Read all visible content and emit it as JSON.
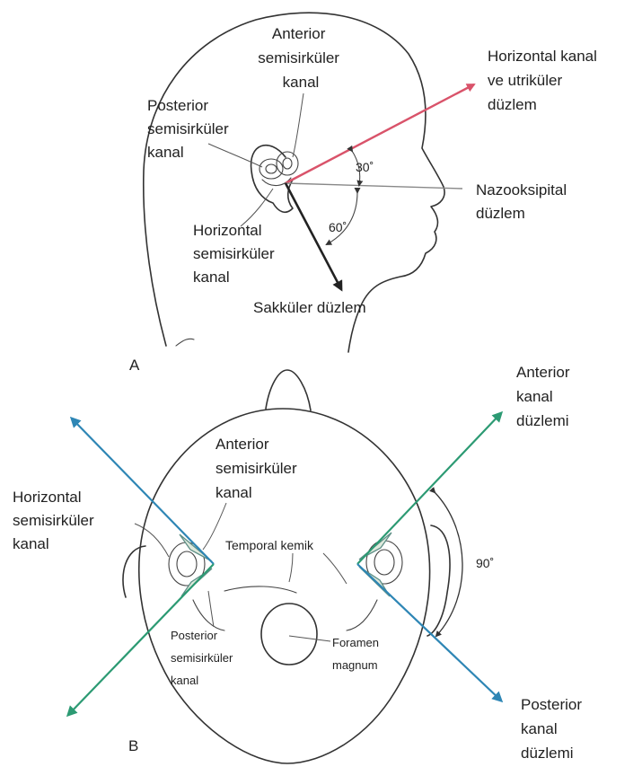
{
  "panel_a": {
    "letter": "A",
    "anterior": [
      "Anterior",
      "semisirküler",
      "kanal"
    ],
    "posterior": [
      "Posterior",
      "semisirküler",
      "kanal"
    ],
    "horizontal": [
      "Horizontal",
      "semisirküler",
      "kanal"
    ],
    "horizontal_plane": [
      "Horizontal kanal",
      "ve utriküler",
      "düzlem"
    ],
    "nasooccipital": [
      "Nazooksipital",
      "düzlem"
    ],
    "saccular": "Sakküler düzlem",
    "angle_30": "30˚",
    "angle_60": "60˚"
  },
  "panel_b": {
    "letter": "B",
    "anterior_plane": [
      "Anterior",
      "kanal",
      "düzlemi"
    ],
    "posterior_plane": [
      "Posterior",
      "kanal",
      "düzlemi"
    ],
    "anterior_canal": [
      "Anterior",
      "semisirküler",
      "kanal"
    ],
    "horizontal_canal": [
      "Horizontal",
      "semisirküler",
      "kanal"
    ],
    "temporal": "Temporal kemik",
    "posterior_canal": [
      "Posterior",
      "semisirküler",
      "kanal"
    ],
    "foramen": [
      "Foramen",
      "magnum"
    ],
    "angle_90": "90˚"
  },
  "colors": {
    "pink_arrow": "#d9536a",
    "blue_arrow": "#2e86b5",
    "green_arrow": "#2c9a73",
    "canal_fill": "#dfe9dc",
    "canal_stroke": "#5e8f86"
  }
}
